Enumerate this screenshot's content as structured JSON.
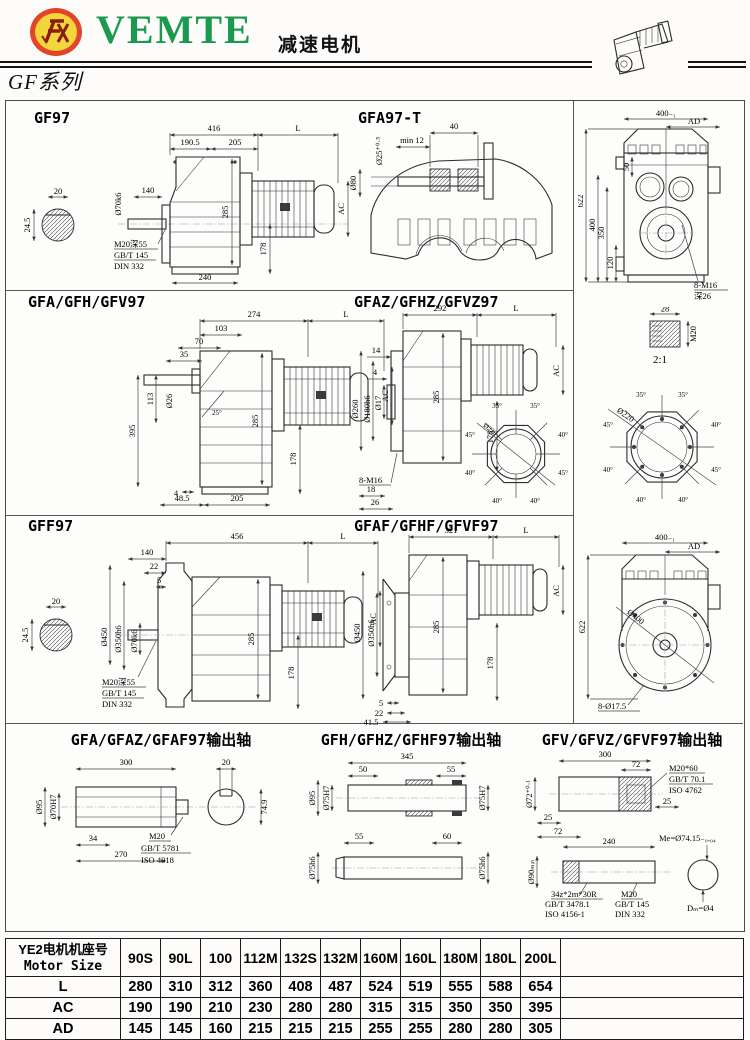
{
  "colors": {
    "brand_green": "#1b9a4f",
    "logo_ring": "#e2452b",
    "logo_fill": "#f3d63c",
    "line": "#2b2b2b"
  },
  "header": {
    "brand": "VEMTE",
    "doc_title": "减速电机",
    "series": "GF系列"
  },
  "drawings": {
    "gf97": {
      "title": "GF97",
      "dims": {
        "total": "416",
        "l": "L",
        "a": "190.5",
        "b": "205",
        "c": "140",
        "shaft_dia": "Ø70k6",
        "height": "285",
        "ac": "AC",
        "e": "178",
        "base": "240",
        "key_w": "20",
        "key_h": "24.5",
        "note1": "M20深55",
        "note2": "GB/T 145",
        "note3": "DIN 332"
      }
    },
    "gfa97t": {
      "title": "GFA97-T",
      "dims": {
        "bore": "Ø25⁺⁰·⁵",
        "min": "min 12",
        "w": "40",
        "hub": "Ø80"
      }
    },
    "rear": {
      "dims": {
        "w": "400₋₁",
        "ad": "AD",
        "a": "50",
        "h": "622",
        "b": "400",
        "c": "350",
        "d": "120",
        "note1": "8-M16",
        "note2": "深26"
      }
    },
    "detail": {
      "dims": {
        "w": "28",
        "scale": "2:1",
        "thread": "M20"
      }
    },
    "flange": {
      "dims": {
        "dia": "Ø220",
        "a1": "35°",
        "a2": "35°",
        "a3": "40°",
        "a4": "45°",
        "a5": "40°",
        "a6": "40°",
        "a7": "40°",
        "a8": "45°"
      }
    },
    "gfa": {
      "title": "GFA/GFH/GFV97",
      "dims": {
        "total": "274",
        "l": "L",
        "a": "103",
        "b": "70",
        "c": "35",
        "h": "395",
        "e": "113",
        "bore": "Ø26",
        "angle": "25°",
        "height": "285",
        "ac": "AC",
        "f": "178",
        "g": "4",
        "i": "48.5",
        "j": "205"
      }
    },
    "gfaz": {
      "title": "GFAZ/GFHZ/GFVZ97",
      "dims": {
        "total": "292",
        "l": "L",
        "a": "14",
        "b": "4",
        "ac": "AC",
        "height": "285",
        "f": "178",
        "d1": "Ø260",
        "d2": "Ø180h6",
        "d3": "Ø17",
        "note1": "8-M16",
        "e": "18",
        "g": "26"
      }
    },
    "gff": {
      "title": "GFF97",
      "dims": {
        "total": "456",
        "l": "L",
        "a": "140",
        "b": "22",
        "c": "5",
        "d1": "Ø450",
        "d2": "Ø350h6",
        "d3": "Ø70k6",
        "height": "285",
        "ac": "AC",
        "f": "178",
        "key_w": "20",
        "key_h": "24.5",
        "note1": "M20深55",
        "note2": "GB/T 145",
        "note3": "DIN 332"
      }
    },
    "gfaf": {
      "title": "GFAF/GFHF/GFVF97",
      "dims": {
        "total": "321",
        "l": "L",
        "ac": "AC",
        "height": "285",
        "d1": "Ø450",
        "d2": "Ø350h6",
        "f": "178",
        "a": "5",
        "b": "22",
        "c": "41.5"
      }
    },
    "front": {
      "dims": {
        "w": "400₋₁",
        "ad": "AD",
        "h": "622",
        "dia": "Ø400",
        "note1": "8-Ø17.5"
      }
    },
    "shaft_a": {
      "title": "GFA/GFAZ/GFAF97输出轴",
      "dims": {
        "len": "300",
        "key_w": "20",
        "d1": "Ø95",
        "d2": "Ø70H7",
        "a": "34",
        "b": "270",
        "key_h": "74.9",
        "note1": "M20",
        "note2": "GB/T 5781",
        "note3": "ISO 4018"
      }
    },
    "shaft_h": {
      "title": "GFH/GFHZ/GFHF97输出轴",
      "dims": {
        "len": "345",
        "a": "50",
        "b": "55",
        "d1": "Ø95",
        "d2": "Ø75H7",
        "d3": "Ø75H7",
        "c": "55",
        "e": "60",
        "d4": "Ø75h6",
        "d5": "Ø75h6"
      }
    },
    "shaft_v": {
      "title": "GFV/GFVZ/GFVF97输出轴",
      "dims": {
        "d1": "Ø72⁺⁰·¹",
        "len": "300",
        "a": "72",
        "note1": "M20*60",
        "note2": "GB/T 70.1",
        "note3": "ISO 4762",
        "b": "25",
        "c": "25",
        "e": "72",
        "d2": "Ø90ₘᵢₙ",
        "f": "240",
        "me": "Me=Ø74.15₋₀.₀₄",
        "note4": "34z*2m*30R",
        "note5": "GB/T 3478.1",
        "note6": "ISO 4156-1",
        "note7": "M20",
        "note8": "GB/T 145",
        "note9": "DIN 332",
        "dm": "Dₘ=Ø4"
      }
    }
  },
  "table": {
    "header_cn": "YE2电机机座号",
    "header_en": "Motor Size",
    "columns": [
      "90S",
      "90L",
      "100",
      "112M",
      "132S",
      "132M",
      "160M",
      "160L",
      "180M",
      "180L",
      "200L"
    ],
    "rows": [
      {
        "label": "L",
        "values": [
          "280",
          "310",
          "312",
          "360",
          "408",
          "487",
          "524",
          "519",
          "555",
          "588",
          "654"
        ]
      },
      {
        "label": "AC",
        "values": [
          "190",
          "190",
          "210",
          "230",
          "280",
          "280",
          "315",
          "315",
          "350",
          "350",
          "395"
        ]
      },
      {
        "label": "AD",
        "values": [
          "145",
          "145",
          "160",
          "215",
          "215",
          "215",
          "255",
          "255",
          "280",
          "280",
          "305"
        ]
      }
    ]
  }
}
